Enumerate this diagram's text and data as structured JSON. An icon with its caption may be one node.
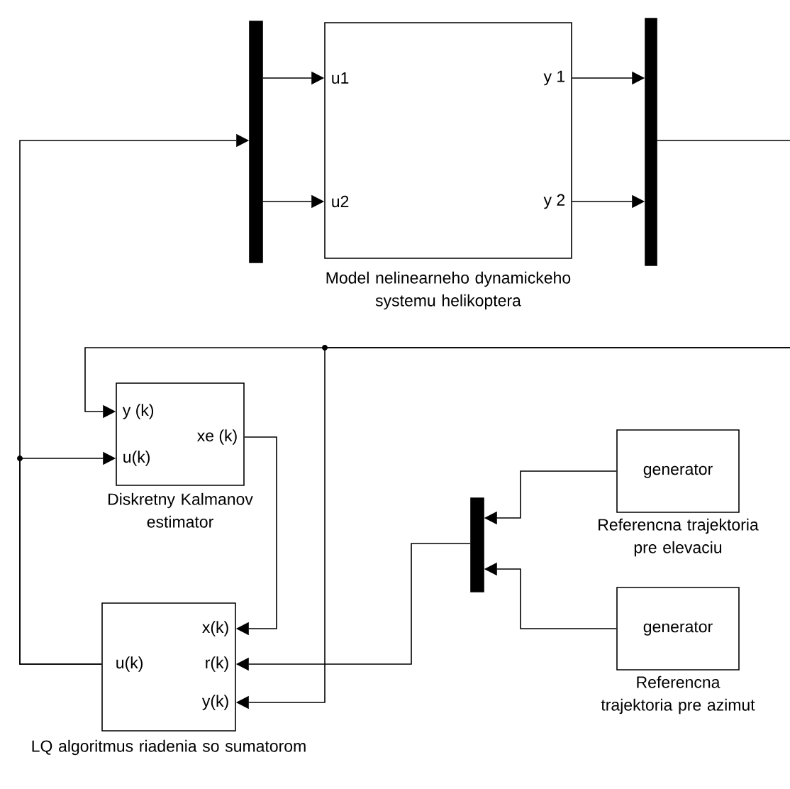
{
  "diagram": {
    "nodes": [
      {
        "text": [],
        "shape": "bar"
      },
      {
        "text": [
          "u1",
          "u2",
          "y 1",
          "y 2"
        ],
        "beside": [
          "Model nelinearneho dynamickeho systemu helikoptera"
        ]
      },
      {
        "text": [],
        "shape": "bar"
      },
      {
        "text": [
          "y (k)",
          "u(k)",
          "xe (k)"
        ],
        "beside": [
          "Diskretny Kalmanov estimator"
        ]
      },
      {
        "text": [
          "u(k)",
          "x(k)",
          "r(k)",
          "y(k)"
        ],
        "beside": [
          "LQ algoritmus riadenia so sumatorom"
        ]
      },
      {
        "text": [],
        "shape": "bar"
      },
      {
        "text": [
          "generator"
        ],
        "beside": [
          "Referencna trajektoria pre elevaciu"
        ]
      },
      {
        "text": [
          "generator"
        ],
        "beside": [
          "Referencna trajektoria pre azimut"
        ]
      }
    ],
    "edges": [
      {
        "from": 0,
        "to": 1,
        "arrow": "to"
      },
      {
        "from": 0,
        "to": 1,
        "arrow": "to"
      },
      {
        "from": 1,
        "to": 2,
        "arrow": "to"
      },
      {
        "from": 1,
        "to": 2,
        "arrow": "to"
      },
      {
        "from": 4,
        "to": 0,
        "arrow": "to"
      },
      {
        "from": 4,
        "to": 3,
        "arrow": "to"
      },
      {
        "from": 3,
        "to": 4,
        "arrow": "to"
      },
      {
        "from": 5,
        "to": 4,
        "arrow": "to"
      },
      {
        "from": 6,
        "to": 5,
        "arrow": "to"
      },
      {
        "from": 7,
        "to": 5,
        "arrow": "to"
      },
      {
        "from": 2,
        "to": null,
        "arrow": "none"
      },
      {
        "from": null,
        "to": 3,
        "arrow": "to"
      },
      {
        "from": null,
        "to": 4,
        "arrow": "to"
      }
    ]
  }
}
